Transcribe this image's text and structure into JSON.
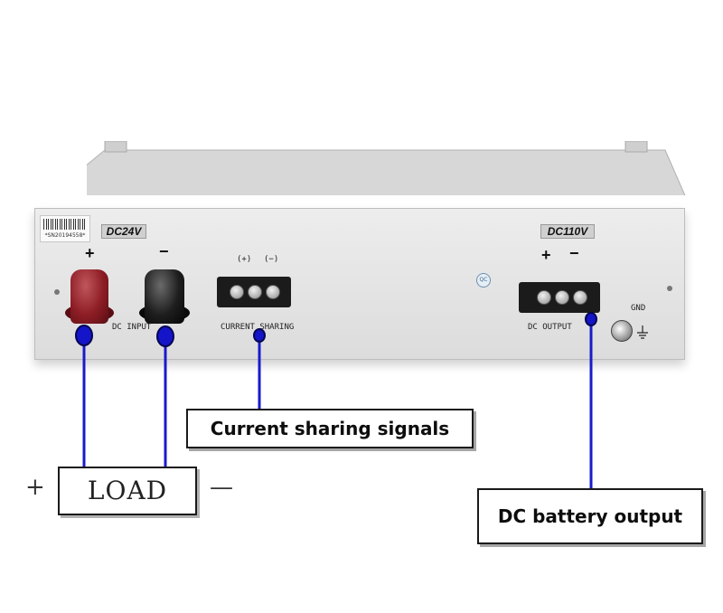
{
  "device": {
    "serial_label": "*SN20194558*",
    "input_tag": "DC24V",
    "output_tag": "DC110V",
    "input_plus": "+",
    "input_minus": "−",
    "input_label": "DC INPUT",
    "cs_plus": "(+)",
    "cs_minus": "(−)",
    "cs_label": "CURRENT SHARING",
    "output_plus": "+",
    "output_minus": "−",
    "output_label": "DC OUTPUT",
    "gnd_label": "GND",
    "badge_text": "QC"
  },
  "annotations": {
    "load_label": "LOAD",
    "load_plus": "+",
    "load_minus": "—",
    "current_sharing_callout": "Current sharing signals",
    "dc_output_callout": "DC battery output"
  },
  "colors": {
    "leader_line": "#1a1acb",
    "marker_fill": "#1414c8",
    "marker_stroke": "#050550",
    "positive_post": "#8d1d25",
    "negative_post": "#1e1e1e"
  }
}
